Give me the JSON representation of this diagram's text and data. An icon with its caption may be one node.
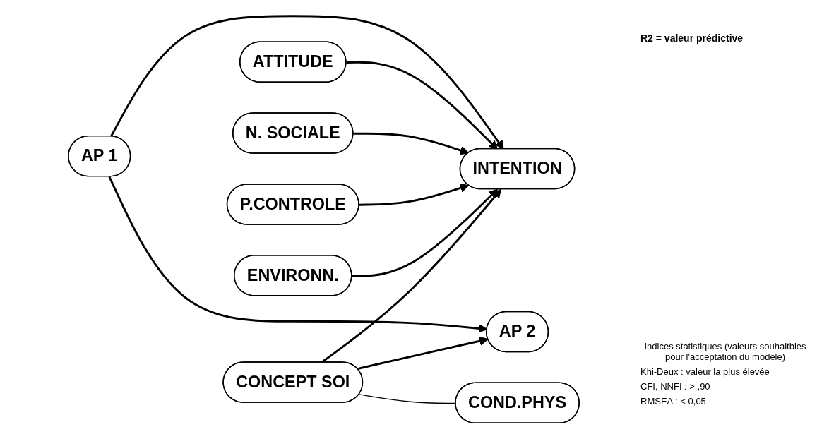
{
  "diagram": {
    "nodes": [
      {
        "text": [
          "AP 1"
        ]
      },
      {
        "text": [
          "ATTITUDE"
        ]
      },
      {
        "text": [
          "N. SOCIALE"
        ]
      },
      {
        "text": [
          "P.CONTROLE"
        ]
      },
      {
        "text": [
          "ENVIRONN."
        ]
      },
      {
        "text": [
          "CONCEPT SOI"
        ]
      },
      {
        "text": [
          "INTENTION"
        ]
      },
      {
        "text": [
          "AP 2"
        ]
      },
      {
        "text": [
          "COND.PHYS"
        ]
      }
    ],
    "edges": [
      {
        "from": 0,
        "to": 6,
        "arrow": "to"
      },
      {
        "from": 0,
        "to": 7,
        "arrow": "to"
      },
      {
        "from": 1,
        "to": 6,
        "arrow": "to"
      },
      {
        "from": 2,
        "to": 6,
        "arrow": "to"
      },
      {
        "from": 3,
        "to": 6,
        "arrow": "to"
      },
      {
        "from": 4,
        "to": 6,
        "arrow": "to"
      },
      {
        "from": 5,
        "to": 6,
        "arrow": "to"
      },
      {
        "from": 5,
        "to": 7,
        "arrow": "to"
      },
      {
        "from": 5,
        "to": 8,
        "arrow": "none"
      }
    ],
    "labels": [
      "R2 = valeur prédictive",
      "Indices statistiques (valeurs souhaitbles pour l'acceptation du modèle)",
      "Khi-Deux : valeur la plus élevée",
      "CFI, NNFI : > ,90",
      "RMSEA : < 0,05"
    ]
  }
}
